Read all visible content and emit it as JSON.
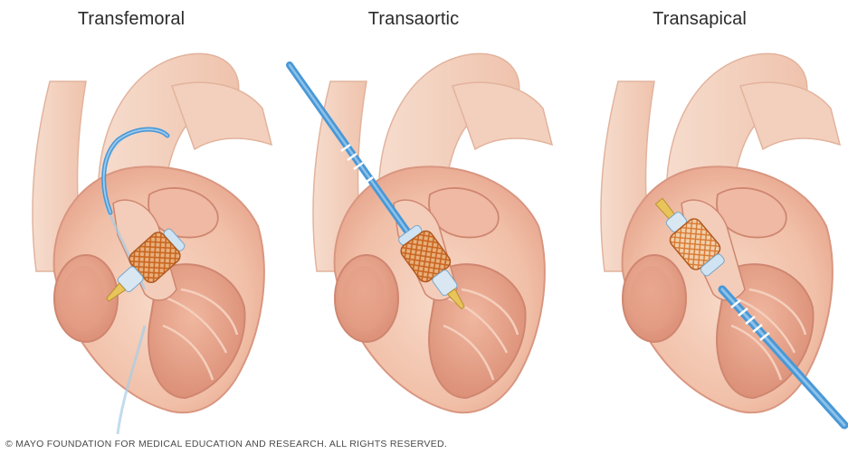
{
  "panels": [
    {
      "title": "Transfemoral",
      "approach": "transfemoral"
    },
    {
      "title": "Transaortic",
      "approach": "transaortic"
    },
    {
      "title": "Transapical",
      "approach": "transapical"
    }
  ],
  "copyright": "© MAYO FOUNDATION FOR MEDICAL EDUCATION AND RESEARCH. ALL RIGHTS RESERVED.",
  "colors": {
    "tissue": "#f4c9b4",
    "tissue_dark": "#d98f78",
    "chamber": "#e8a48c",
    "vessel": "#f2d3c2",
    "catheter": "#4a98d6",
    "catheter_light": "#8cc2ea",
    "valve_mesh": "#d9772f",
    "valve_tip": "#e9c45a"
  }
}
